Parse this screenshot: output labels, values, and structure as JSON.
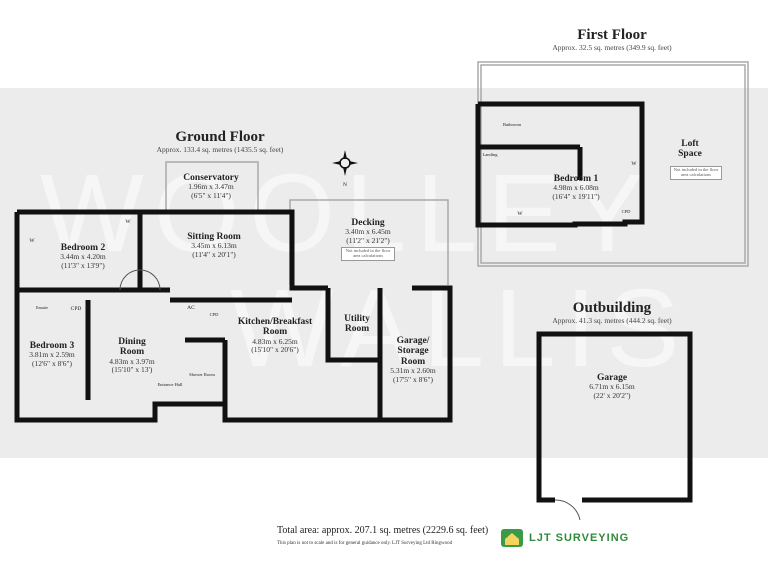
{
  "watermark": {
    "line1": "WOOLLEY",
    "line2": "WALLIS"
  },
  "ground_floor": {
    "title": "Ground Floor",
    "area": "Approx. 133.4 sq. metres (1435.5 sq. feet)",
    "compass": "N",
    "rooms": [
      {
        "name": "Conservatory",
        "metric": "1.96m x 3.47m",
        "imperial": "(6'5\" x 11'4\")"
      },
      {
        "name": "Bedroom 2",
        "metric": "3.44m x 4.20m",
        "imperial": "(11'3\" x 13'9\")"
      },
      {
        "name": "Sitting Room",
        "metric": "3.45m x 6.13m",
        "imperial": "(11'4\" x 20'1\")"
      },
      {
        "name": "Decking",
        "metric": "3.40m x 6.45m",
        "imperial": "(11'2\" x 21'2\")"
      },
      {
        "name": "Bedroom 3",
        "metric": "3.81m x 2.59m",
        "imperial": "(12'6\" x 8'6\")"
      },
      {
        "name": "Dining Room",
        "metric": "4.83m x 3.97m",
        "imperial": "(15'10\" x 13')"
      },
      {
        "name": "Kitchen/Breakfast Room",
        "metric": "4.83m x 6.25m",
        "imperial": "(15'10\" x 20'6\")"
      },
      {
        "name": "Utility Room"
      },
      {
        "name": "Garage/ Storage Room",
        "metric": "5.31m x 2.60m",
        "imperial": "(17'5\" x 8'6\")"
      }
    ],
    "small_labels": {
      "w1": "W",
      "w2": "W",
      "ensuite": "Ensuite",
      "cpd1": "CPD",
      "ac": "AC",
      "cpd2": "CPD",
      "shower": "Shower Room",
      "entrance": "Entrance Hall"
    },
    "decking_note": "Not included in the floor area calculations"
  },
  "first_floor": {
    "title": "First Floor",
    "area": "Approx. 32.5 sq. metres (349.9 sq. feet)",
    "bedroom": {
      "name": "Bedroom 1",
      "metric": "4.98m x 6.08m",
      "imperial": "(16'4\" x 19'11\")"
    },
    "loft": "Loft Space",
    "loft_note": "Not included in the floor area calculations",
    "small_labels": {
      "bathroom": "Bathroom",
      "landing": "Landing",
      "w1": "W",
      "w2": "W",
      "cpd": "CPD"
    }
  },
  "outbuilding": {
    "title": "Outbuilding",
    "area": "Approx. 41.3 sq. metres (444.2 sq. feet)",
    "room": {
      "name": "Garage",
      "metric": "6.71m x 6.15m",
      "imperial": "(22' x 20'2\")"
    }
  },
  "footer": {
    "total": "Total area: approx. 207.1 sq. metres (2229.6 sq. feet)",
    "disclaimer": "This plan is not to scale and is for general guidance only. LJT Surveying Ltd Ringwood",
    "brand": "LJT SURVEYING",
    "brand_color": "#2f8a3d"
  }
}
